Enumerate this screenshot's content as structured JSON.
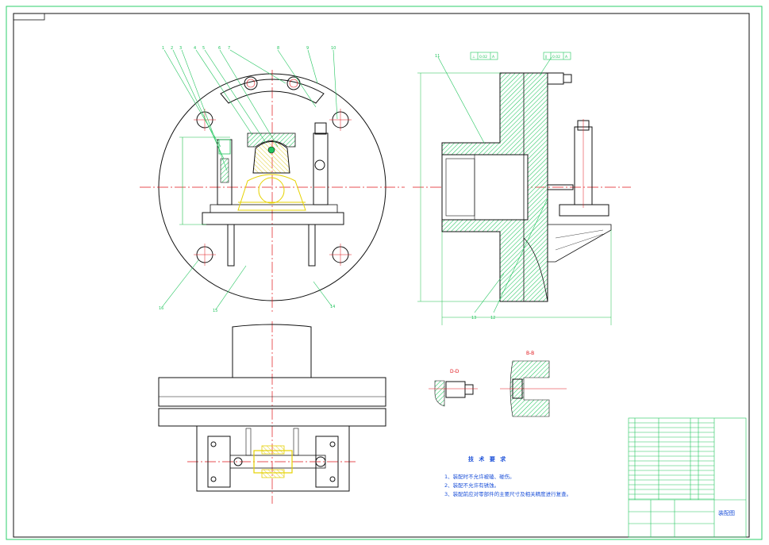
{
  "drawing": {
    "colors": {
      "frame": "#2ecf6b",
      "outline": "#111111",
      "centerline": "#e0161b",
      "hatch": "#22c55e",
      "workpiece": "#e6d200",
      "dimension": "#1fbf4a",
      "text_blue": "#1a4fd8"
    },
    "balloons_top": [
      "1",
      "2",
      "3",
      "4",
      "5",
      "6",
      "7",
      "8",
      "9",
      "10"
    ],
    "balloons_bottom": [
      "16",
      "15",
      "14"
    ],
    "balloons_side": [
      "11",
      "13",
      "12"
    ],
    "section_labels": {
      "d_d": "D-D",
      "b_b": "B-B"
    },
    "tolerance_frames": [
      {
        "symbol": "⊥",
        "value": "0.02",
        "datum": "A"
      },
      {
        "symbol": "∥",
        "value": "0.02",
        "datum": "A"
      }
    ],
    "tech_requirements": {
      "title": "技 术 要 求",
      "items": [
        "1、装配时不允许被磕、碰伤。",
        "2、装配不允许有锈蚀。",
        "3、装配前应对零部件的主要尺寸及相关精度进行复查。"
      ]
    },
    "title_block": {
      "drawing_name": "装配图"
    }
  }
}
